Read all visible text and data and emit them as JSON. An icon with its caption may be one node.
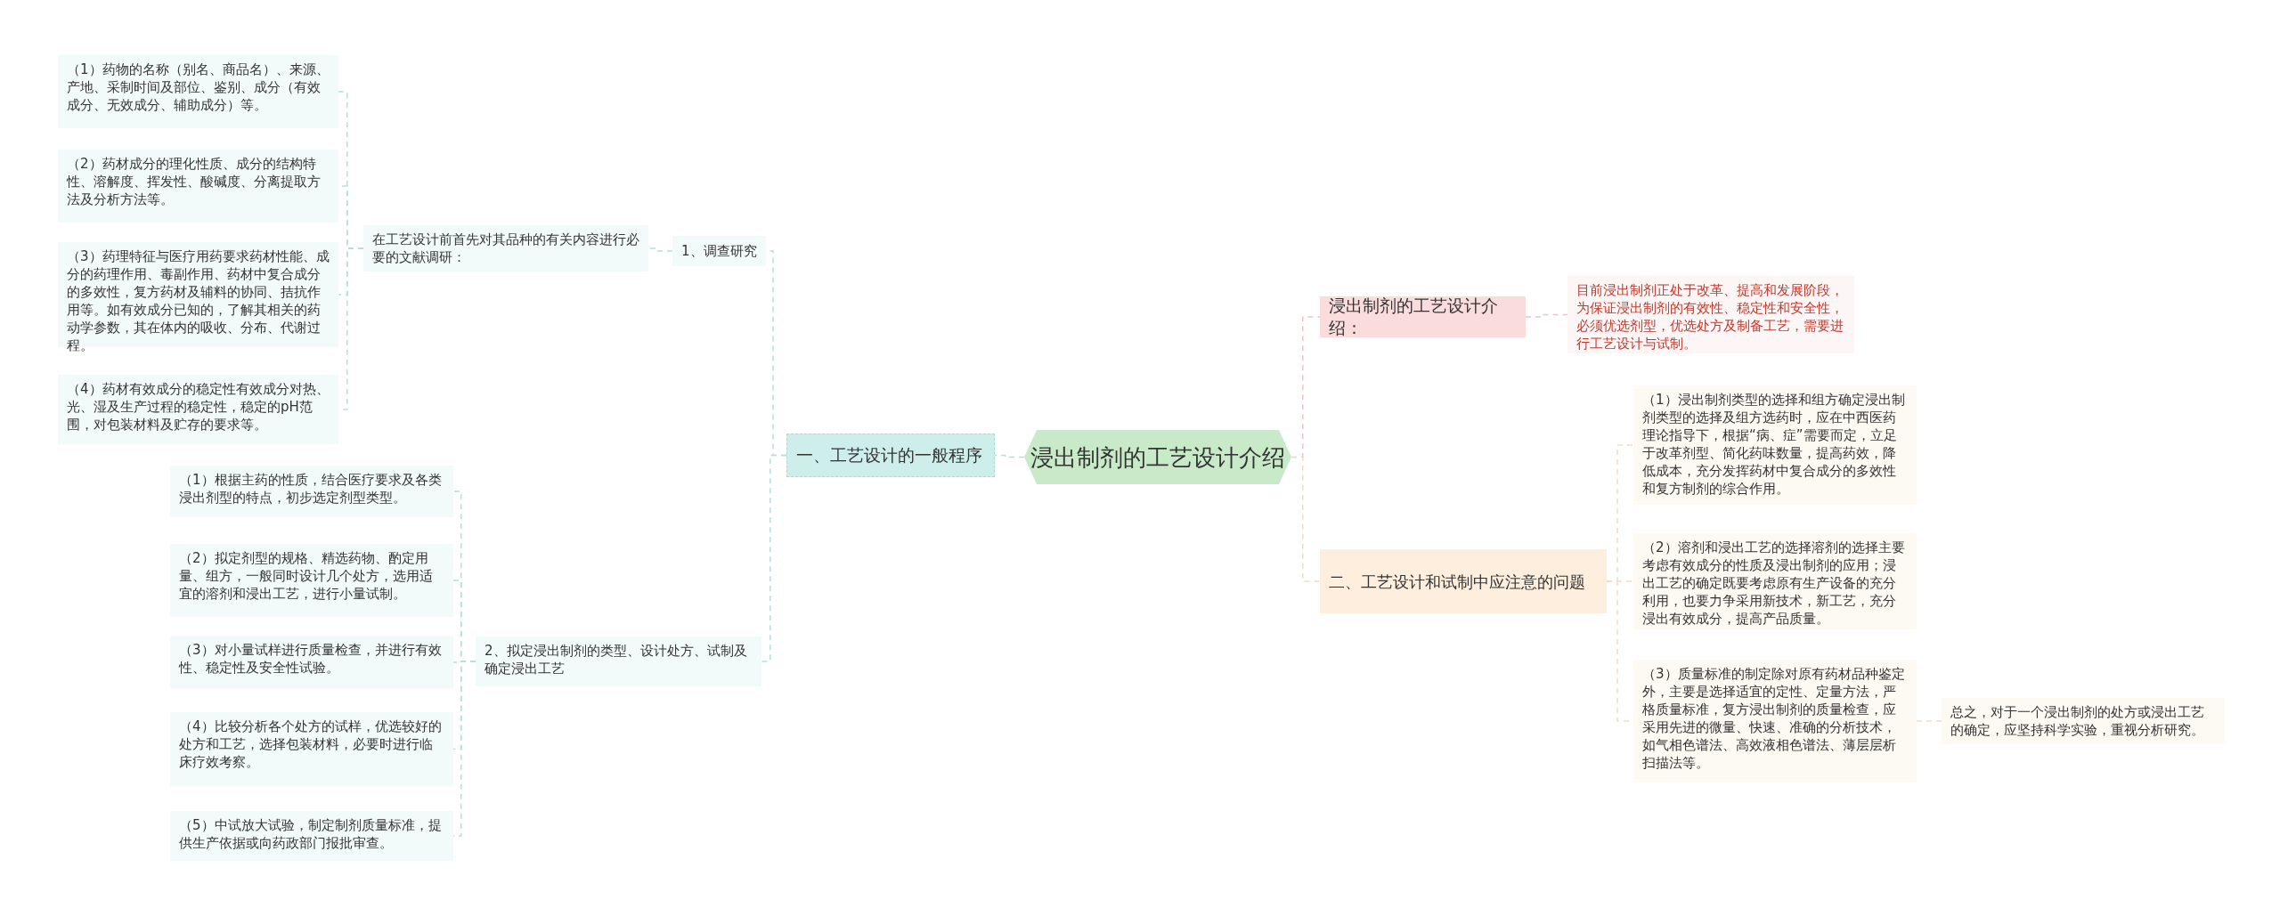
{
  "diagram": {
    "nodes": [
      {
        "text": [
          "浸出制剂的工艺设计介绍"
        ]
      },
      {
        "text": [
          "一、工艺设计的一般程序"
        ]
      },
      {
        "text": [
          "1、调查研究"
        ]
      },
      {
        "text": [
          "在工艺设计前首先对其品种的有关内容进行必要的文献调研："
        ]
      },
      {
        "text": [
          "（1）药物的名称（别名、商品名）、来源、产地、采制时间及部位、鉴别、成分（有效成分、无效成分、辅助成分）等。"
        ]
      },
      {
        "text": [
          "（2）药材成分的理化性质、成分的结构特性、溶解度、挥发性、酸碱度、分离提取方法及分析方法等。"
        ]
      },
      {
        "text": [
          "（3）药理特征与医疗用药要求药材性能、成分的药理作用、毒副作用、药材中复合成分的多效性，复方药材及辅料的协同、拮抗作用等。如有效成分已知的，了解其相关的药动学参数，其在体内的吸收、分布、代谢过程。"
        ]
      },
      {
        "text": [
          "（4）药材有效成分的稳定性有效成分对热、光、湿及生产过程的稳定性，稳定的pH范围，对包装材料及贮存的要求等。"
        ]
      },
      {
        "text": [
          "2、拟定浸出制剂的类型、设计处方、试制及确定浸出工艺"
        ]
      },
      {
        "text": [
          "（1）根据主药的性质，结合医疗要求及各类浸出剂型的特点，初步选定剂型类型。"
        ]
      },
      {
        "text": [
          "（2）拟定剂型的规格、精选药物、酌定用量、组方，一般同时设计几个处方，选用适宜的溶剂和浸出工艺，进行小量试制。"
        ]
      },
      {
        "text": [
          "（3）对小量试样进行质量检查，并进行有效性、稳定性及安全性试验。"
        ]
      },
      {
        "text": [
          "（4）比较分析各个处方的试样，优选较好的处方和工艺，选择包装材料，必要时进行临床疗效考察。"
        ]
      },
      {
        "text": [
          "（5）中试放大试验，制定制剂质量标准，提供生产依据或向药政部门报批审查。"
        ]
      },
      {
        "text": [
          "浸出制剂的工艺设计介绍："
        ]
      },
      {
        "text": [
          "目前浸出制剂正处于改革、提高和发展阶段，为保证浸出制剂的有效性、稳定性和安全性，必须优选剂型，优选处方及制备工艺，需要进行工艺设计与试制。"
        ]
      },
      {
        "text": [
          "二、工艺设计和试制中应注意的问题"
        ]
      },
      {
        "text": [
          "（1）浸出制剂类型的选择和组方确定浸出制剂类型的选择及组方选药时，应在中西医药理论指导下，根据“病、症”需要而定，立足于改革剂型、简化药味数量，提高药效，降低成本，充分发挥药材中复合成分的多效性和复方制剂的综合作用。"
        ]
      },
      {
        "text": [
          "（2）溶剂和浸出工艺的选择溶剂的选择主要考虑有效成分的性质及浸出制剂的应用；浸出工艺的确定既要考虑原有生产设备的充分利用，也要力争采用新技术，新工艺，充分浸出有效成分，提高产品质量。"
        ]
      },
      {
        "text": [
          "（3）质量标准的制定除对原有药材品种鉴定外，主要是选择适宜的定性、定量方法，严格质量标准，复方浸出制剂的质量检查，应采用先进的微量、快速、准确的分析技术，如气相色谱法、高效液相色谱法、薄层层析扫描法等。"
        ]
      },
      {
        "text": [
          "总之，对于一个浸出制剂的处方或浸出工艺的确定，应坚持科学实验，重视分析研究。"
        ]
      }
    ],
    "edges": [
      {
        "from": 0,
        "to": 1,
        "arrow": "none",
        "style": "dashed"
      },
      {
        "from": 1,
        "to": 2,
        "arrow": "none",
        "style": "dashed"
      },
      {
        "from": 2,
        "to": 3,
        "arrow": "none",
        "style": "dashed"
      },
      {
        "from": 3,
        "to": 4,
        "arrow": "none",
        "style": "dashed"
      },
      {
        "from": 3,
        "to": 5,
        "arrow": "none",
        "style": "dashed"
      },
      {
        "from": 3,
        "to": 6,
        "arrow": "none",
        "style": "dashed"
      },
      {
        "from": 3,
        "to": 7,
        "arrow": "none",
        "style": "dashed"
      },
      {
        "from": 1,
        "to": 8,
        "arrow": "none",
        "style": "dashed"
      },
      {
        "from": 8,
        "to": 9,
        "arrow": "none",
        "style": "dashed"
      },
      {
        "from": 8,
        "to": 10,
        "arrow": "none",
        "style": "dashed"
      },
      {
        "from": 8,
        "to": 11,
        "arrow": "none",
        "style": "dashed"
      },
      {
        "from": 8,
        "to": 12,
        "arrow": "none",
        "style": "dashed"
      },
      {
        "from": 8,
        "to": 13,
        "arrow": "none",
        "style": "dashed"
      },
      {
        "from": 0,
        "to": 14,
        "arrow": "none",
        "style": "dashed",
        "color": "#f0c4c8"
      },
      {
        "from": 14,
        "to": 15,
        "arrow": "none",
        "style": "dashed",
        "color": "#f0c4c8"
      },
      {
        "from": 0,
        "to": 16,
        "arrow": "none",
        "style": "dashed",
        "color": "#f3dcc6"
      },
      {
        "from": 16,
        "to": 17,
        "arrow": "none",
        "style": "dashed",
        "color": "#f3dcc6"
      },
      {
        "from": 16,
        "to": 18,
        "arrow": "none",
        "style": "dashed",
        "color": "#f3dcc6"
      },
      {
        "from": 16,
        "to": 19,
        "arrow": "none",
        "style": "dashed",
        "color": "#f3dcc6"
      },
      {
        "from": 19,
        "to": 20,
        "arrow": "none",
        "style": "dashed",
        "color": "#f3dcc6"
      }
    ]
  }
}
